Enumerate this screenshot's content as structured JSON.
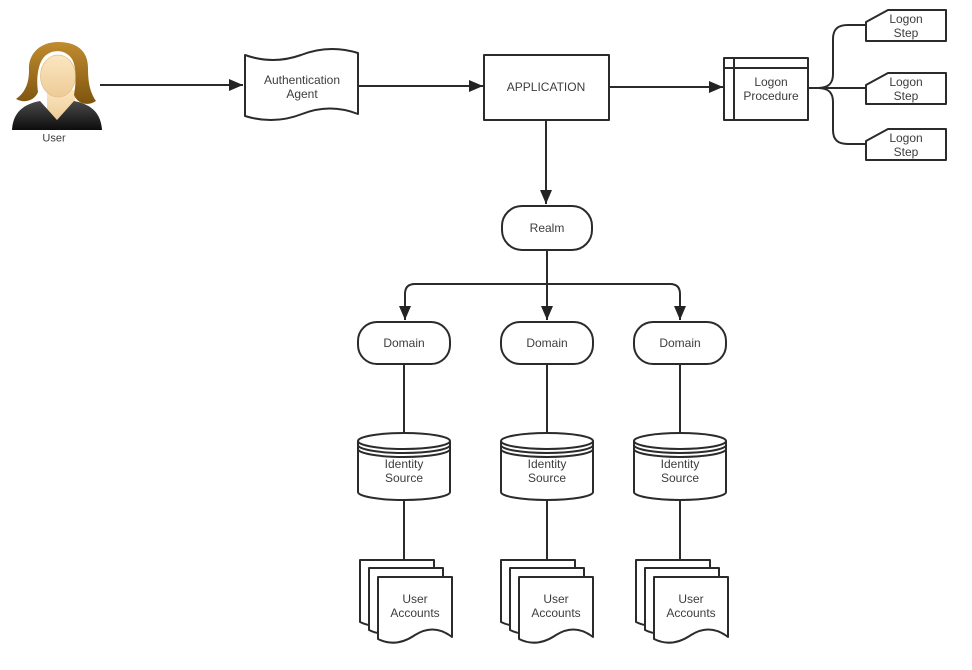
{
  "diagram": {
    "user": {
      "label": "User"
    },
    "auth_agent": {
      "label": "Authentication Agent"
    },
    "application": {
      "label": "APPLICATION"
    },
    "logon_procedure": {
      "label": "Logon Procedure"
    },
    "logon_steps": [
      {
        "label": "Logon Step"
      },
      {
        "label": "Logon Step"
      },
      {
        "label": "Logon Step"
      }
    ],
    "realm": {
      "label": "Realm"
    },
    "domains": [
      {
        "label": "Domain"
      },
      {
        "label": "Domain"
      },
      {
        "label": "Domain"
      }
    ],
    "identity_sources": [
      {
        "label": "Identity Source"
      },
      {
        "label": "Identity Source"
      },
      {
        "label": "Identity Source"
      }
    ],
    "user_accounts": [
      {
        "label": "User Accounts"
      },
      {
        "label": "User Accounts"
      },
      {
        "label": "User Accounts"
      }
    ],
    "edges": [
      {
        "from": "user",
        "to": "authentication-agent",
        "arrow": true
      },
      {
        "from": "authentication-agent",
        "to": "application",
        "arrow": true
      },
      {
        "from": "application",
        "to": "logon-procedure",
        "arrow": true
      },
      {
        "from": "logon-procedure",
        "to": "logon-step-1",
        "arrow": false
      },
      {
        "from": "logon-procedure",
        "to": "logon-step-2",
        "arrow": false
      },
      {
        "from": "logon-procedure",
        "to": "logon-step-3",
        "arrow": false
      },
      {
        "from": "application",
        "to": "realm",
        "arrow": true
      },
      {
        "from": "realm",
        "to": "domain-1",
        "arrow": true
      },
      {
        "from": "realm",
        "to": "domain-2",
        "arrow": true
      },
      {
        "from": "realm",
        "to": "domain-3",
        "arrow": true
      },
      {
        "from": "domain-1",
        "to": "identity-source-1",
        "arrow": false
      },
      {
        "from": "domain-2",
        "to": "identity-source-2",
        "arrow": false
      },
      {
        "from": "domain-3",
        "to": "identity-source-3",
        "arrow": false
      },
      {
        "from": "identity-source-1",
        "to": "user-accounts-1",
        "arrow": false
      },
      {
        "from": "identity-source-2",
        "to": "user-accounts-2",
        "arrow": false
      },
      {
        "from": "identity-source-3",
        "to": "user-accounts-3",
        "arrow": false
      }
    ],
    "colors": {
      "stroke": "#2b2b2b",
      "label": "#3d3d3d",
      "hair": "#a9771f",
      "skin": "#f7dcae",
      "jacket": "#1c1c1c"
    }
  }
}
